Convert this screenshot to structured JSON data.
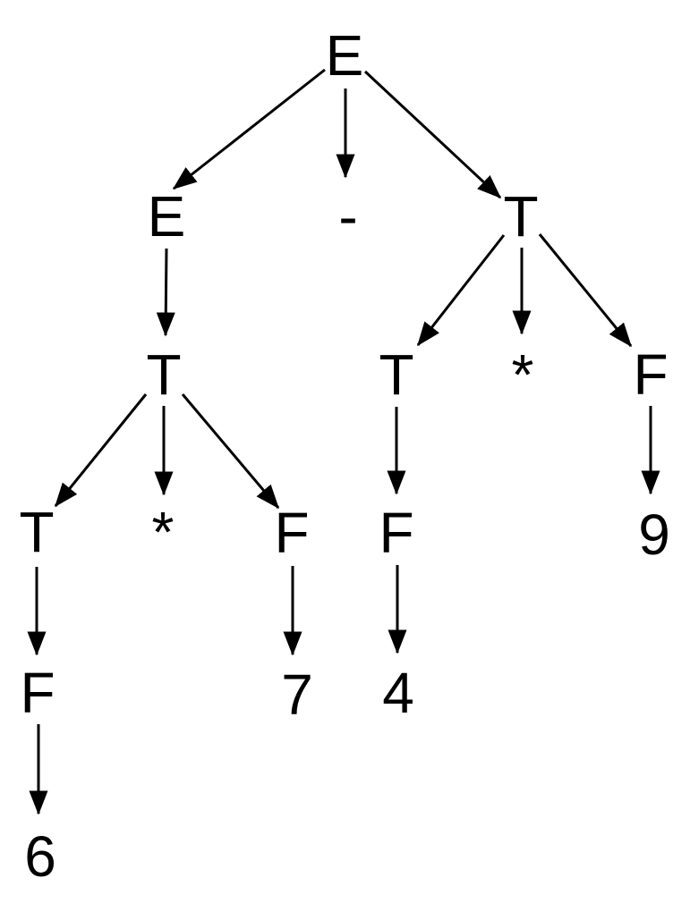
{
  "diagram": {
    "type": "parse-tree",
    "expression": "6*7-4*9",
    "background": "#ffffff",
    "ink": "#000000"
  },
  "nodes": {
    "root_e": {
      "label": "E"
    },
    "e2": {
      "label": "E"
    },
    "minus": {
      "label": "-"
    },
    "t2": {
      "label": "T"
    },
    "t3l": {
      "label": "T"
    },
    "t3r": {
      "label": "T"
    },
    "star3": {
      "label": "*"
    },
    "f3": {
      "label": "F"
    },
    "t4": {
      "label": "T"
    },
    "star4": {
      "label": "*"
    },
    "f4l": {
      "label": "F"
    },
    "f4m": {
      "label": "F"
    },
    "nine": {
      "label": "9"
    },
    "f5": {
      "label": "F"
    },
    "seven": {
      "label": "7"
    },
    "four": {
      "label": "4"
    },
    "six": {
      "label": "6"
    }
  },
  "edges": [
    {
      "from": "root_e",
      "to": "e2"
    },
    {
      "from": "root_e",
      "to": "minus"
    },
    {
      "from": "root_e",
      "to": "t2"
    },
    {
      "from": "e2",
      "to": "t3l"
    },
    {
      "from": "t3l",
      "to": "t4"
    },
    {
      "from": "t3l",
      "to": "star4"
    },
    {
      "from": "t3l",
      "to": "f4l"
    },
    {
      "from": "t4",
      "to": "f5"
    },
    {
      "from": "f5",
      "to": "six"
    },
    {
      "from": "f4l",
      "to": "seven"
    },
    {
      "from": "t2",
      "to": "t3r"
    },
    {
      "from": "t2",
      "to": "star3"
    },
    {
      "from": "t2",
      "to": "f3"
    },
    {
      "from": "t3r",
      "to": "f4m"
    },
    {
      "from": "f4m",
      "to": "four"
    },
    {
      "from": "f3",
      "to": "nine"
    }
  ],
  "tree": {
    "label": "E",
    "children": [
      {
        "label": "E",
        "children": [
          {
            "label": "T",
            "children": [
              {
                "label": "T",
                "children": [
                  {
                    "label": "F",
                    "children": [
                      {
                        "label": "6"
                      }
                    ]
                  }
                ]
              },
              {
                "label": "*"
              },
              {
                "label": "F",
                "children": [
                  {
                    "label": "7"
                  }
                ]
              }
            ]
          }
        ]
      },
      {
        "label": "-"
      },
      {
        "label": "T",
        "children": [
          {
            "label": "T",
            "children": [
              {
                "label": "F",
                "children": [
                  {
                    "label": "4"
                  }
                ]
              }
            ]
          },
          {
            "label": "*"
          },
          {
            "label": "F",
            "children": [
              {
                "label": "9"
              }
            ]
          }
        ]
      }
    ]
  }
}
